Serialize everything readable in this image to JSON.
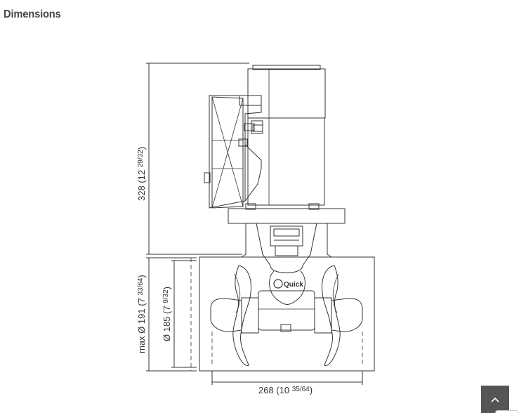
{
  "section": {
    "title": "Dimensions"
  },
  "drawing": {
    "height_dim": {
      "main": "328 (12 ",
      "frac": "29/32",
      "close": ")"
    },
    "max_diameter_dim": {
      "main": "max Ø 191 (7 ",
      "frac": "33/64",
      "close": ")"
    },
    "diameter_dim": {
      "main": "Ø 185 (7 ",
      "frac": "9/32",
      "close": ")"
    },
    "width_dim": {
      "main": "268 (10 ",
      "frac": "35/64",
      "close": ")"
    },
    "logo_text": "Quick"
  },
  "back_to_top": {
    "icon": "chevron-up-icon",
    "color": "#555555"
  }
}
